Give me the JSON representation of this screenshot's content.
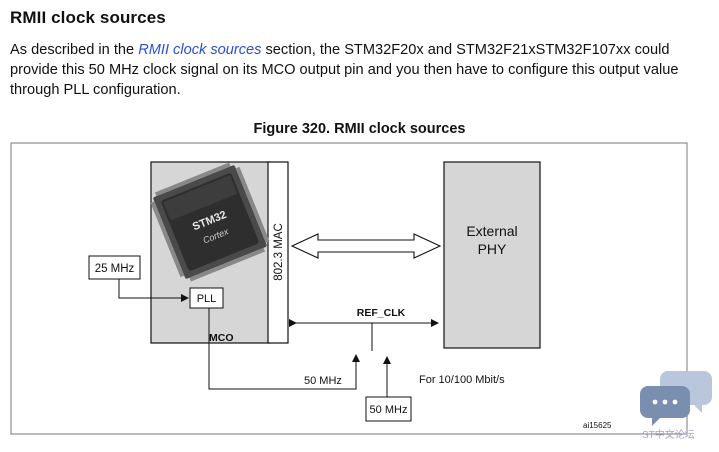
{
  "heading": "RMII clock sources",
  "paragraph": {
    "before": "As described in the ",
    "link": "RMII clock sources",
    "after": " section, the STM32F20x and STM32F21xSTM32F107xx could provide this 50 MHz clock signal on its MCO output pin and you then have to configure this output value through PLL configuration."
  },
  "figure": {
    "title": "Figure 320. RMII clock sources",
    "mac_label": "802.3 MAC",
    "phy_label_line1": "External",
    "phy_label_line2": "PHY",
    "osc_label": "25 MHz",
    "pll_label": "PLL",
    "mco_label": "MCO",
    "ref_clk_label": "REF_CLK",
    "clock_50_label": "50 MHz",
    "rate_label": "For 10/100 Mbit/s",
    "ext_clock_label": "50 MHz",
    "chip_brand": "STM32",
    "chip_core": "Cortex",
    "figure_id": "ai15625"
  },
  "watermark": {
    "text": "ST中文论坛",
    "icon_colors": [
      "#7a8fb0",
      "#b9c6dc"
    ]
  }
}
